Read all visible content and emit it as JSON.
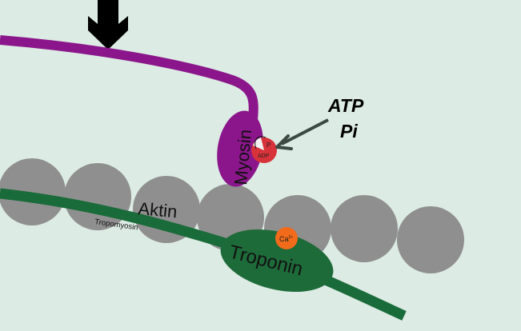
{
  "labels": {
    "myosin": "Myosin",
    "aktin": "Aktin",
    "tropomyosin": "Tropomyosin",
    "troponin": "Troponin",
    "calcium": "Ca",
    "calcium_charge": "2+",
    "phosphate": "P",
    "adp": "ADP",
    "atp": "ATP",
    "pi": "Pi"
  },
  "colors": {
    "background": "#dcebe3",
    "actin": "#8f8f8f",
    "myosin": "#8b168b",
    "tropomyosin": "#1a6b3a",
    "troponin": "#1e6b3a",
    "calcium": "#f26b1a",
    "adp_ball": "#d8323a",
    "pointer_arrow": "#3d4a44"
  }
}
